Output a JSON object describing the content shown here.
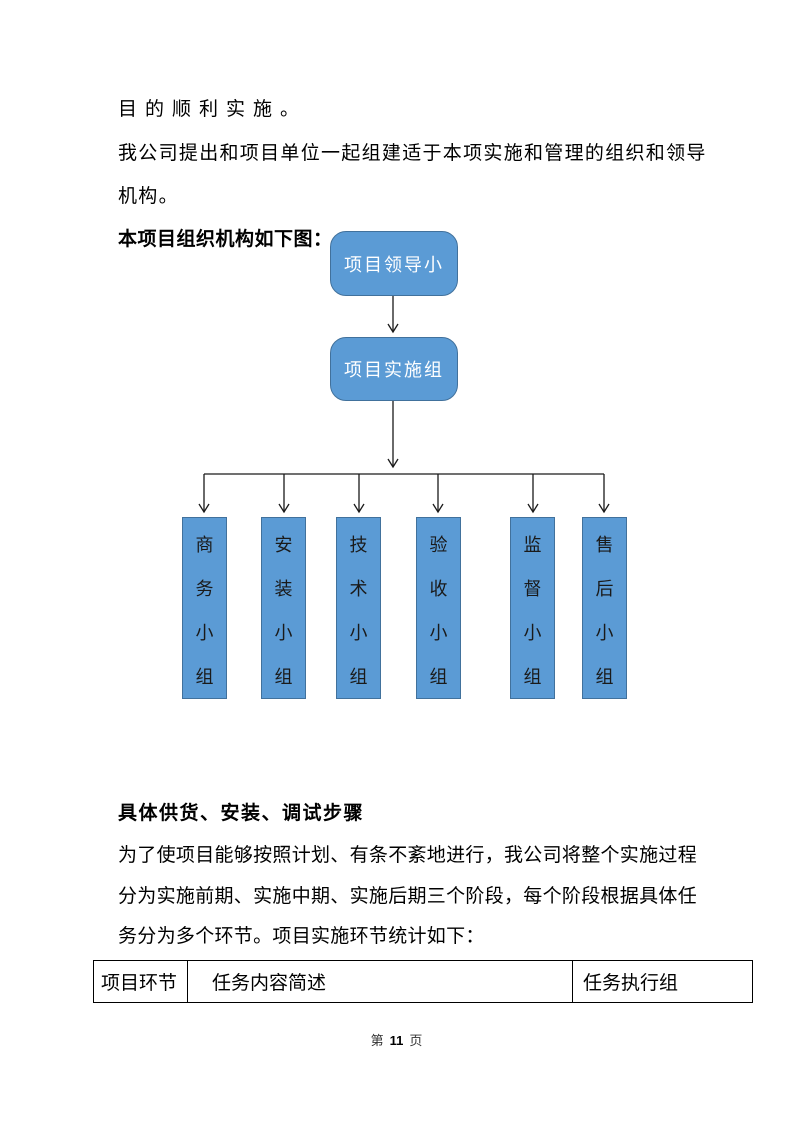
{
  "document": {
    "paragraph1": {
      "line1": "目的顺利实施。",
      "line2": "我公司提出和项目单位一起组建适于本项实施和管理的组织和领导",
      "line3": "机构。"
    },
    "chart_intro": "本项目组织机构如下图：",
    "section_heading": "具体供货、安装、调试步骤",
    "paragraph2": {
      "line1": "为了使项目能够按照计划、有条不紊地进行，我公司将整个实施过程",
      "line2": "分为实施前期、实施中期、实施后期三个阶段，每个阶段根据具体任",
      "line3": "务分为多个环节。项目实施环节统计如下："
    },
    "footer": {
      "prefix": "第",
      "page_number": "11",
      "suffix": "页"
    }
  },
  "org_chart": {
    "top_box_label": "项目领导小",
    "middle_box_label": "项目实施组",
    "sub_group_labels": [
      "商务小组",
      "安装小组",
      "技术小组",
      "验收小组",
      "监督小组",
      "售后小组"
    ],
    "colors": {
      "box_fill": "#5B9BD5",
      "box_border": "#41719C",
      "top_box_text": "#FFFFFF",
      "sub_box_text": "#1A1A1A",
      "connector": "#1A1A1A"
    }
  },
  "table": {
    "headers": [
      "项目环节",
      "任务内容简述",
      "任务执行组"
    ]
  }
}
